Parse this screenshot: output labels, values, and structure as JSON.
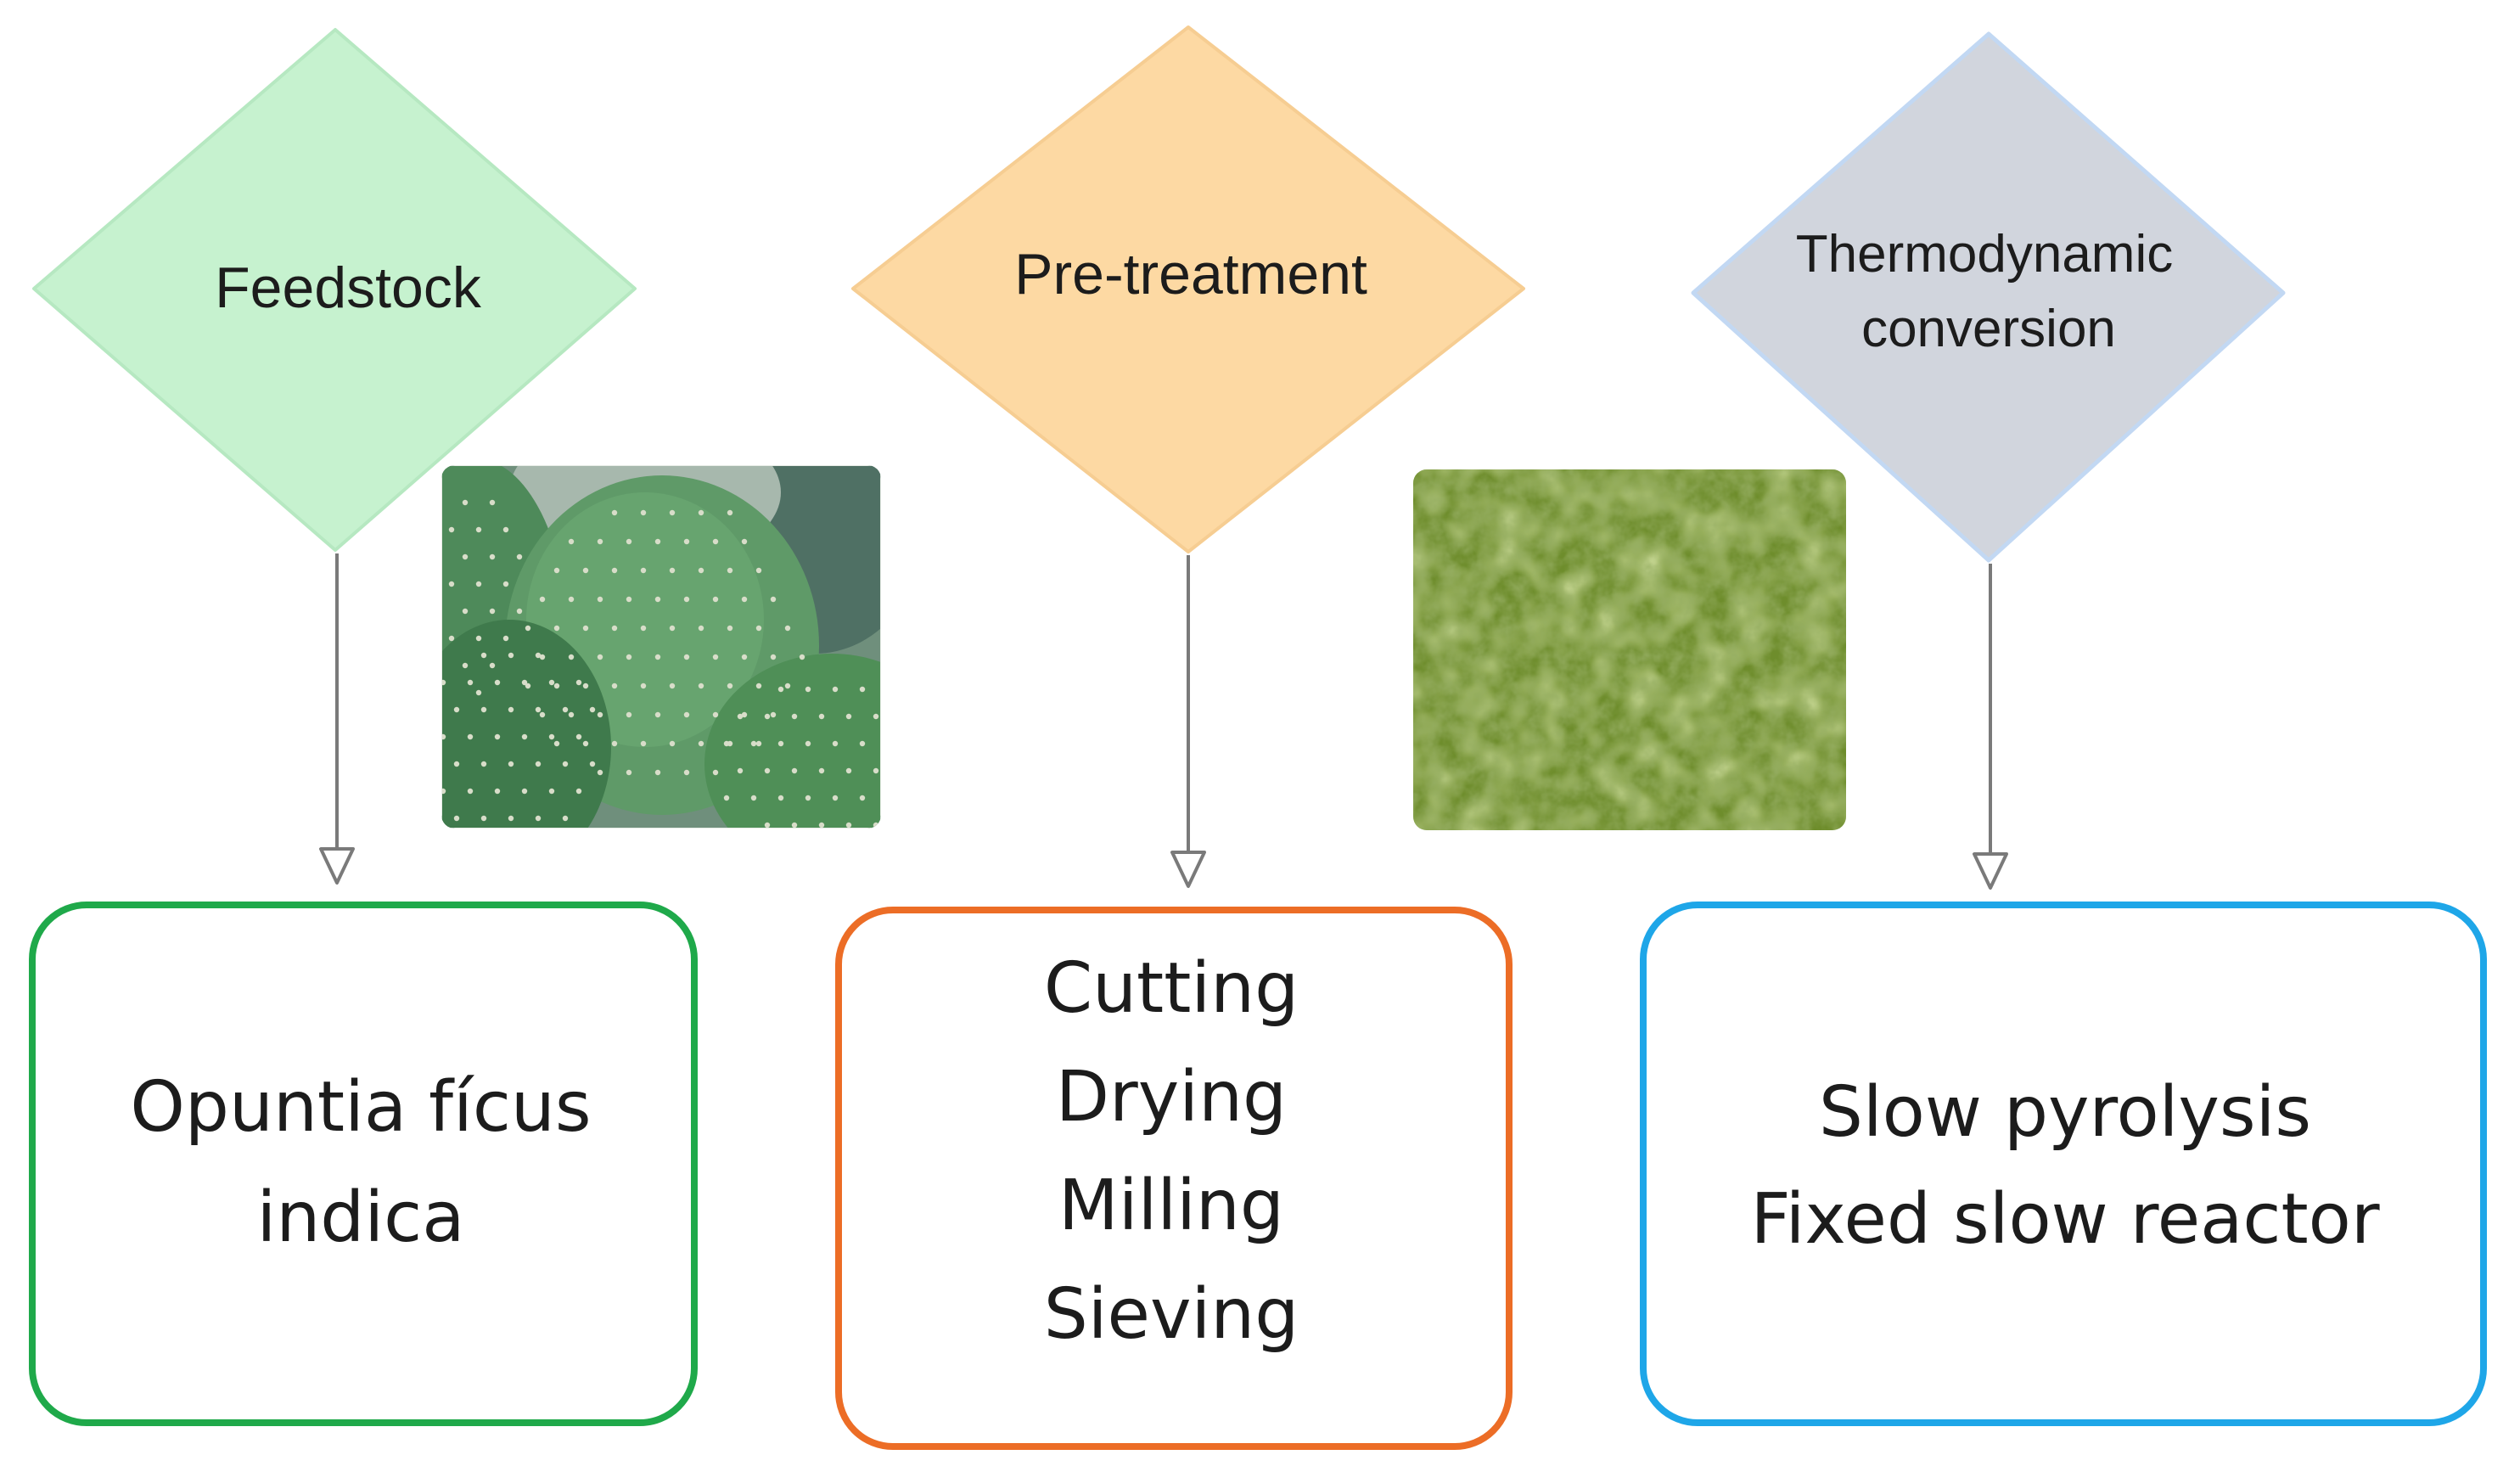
{
  "stages": [
    {
      "diamond_lines": [
        "Feedstock"
      ],
      "box_lines": [
        "Opuntia fícus",
        "indica"
      ],
      "diamond_color": "#c6f2cf",
      "diamond_stroke": "#b6e8c1",
      "box_border": "#1fa94a"
    },
    {
      "diamond_lines": [
        "Pre-treatment"
      ],
      "box_lines": [
        "Cutting",
        "Drying",
        "Milling",
        "Sieving"
      ],
      "diamond_color": "#fdd9a3",
      "diamond_stroke": "#f6cd92",
      "box_border": "#ec6d26"
    },
    {
      "diamond_lines": [
        "Thermodynamic",
        "conversion"
      ],
      "box_lines": [
        "Slow pyrolysis",
        "Fixed slow reactor"
      ],
      "diamond_color": "#d1d5dd",
      "diamond_stroke": "#c2d8f3",
      "box_border": "#1ea6e8"
    }
  ],
  "photos": [
    {
      "subject": "cactus-pads",
      "colors": {
        "base": "#5f9a68",
        "dark": "#3f7a4c",
        "light": "#8cc59a",
        "spine": "#d8ddc9"
      }
    },
    {
      "subject": "green-powder",
      "colors": {
        "base": "#7c9a34",
        "dark": "#4d6a1e",
        "light": "#b5cc6a"
      }
    }
  ],
  "colors": {
    "arrow": "#7a7a7a",
    "text": "#1c1c1c"
  }
}
